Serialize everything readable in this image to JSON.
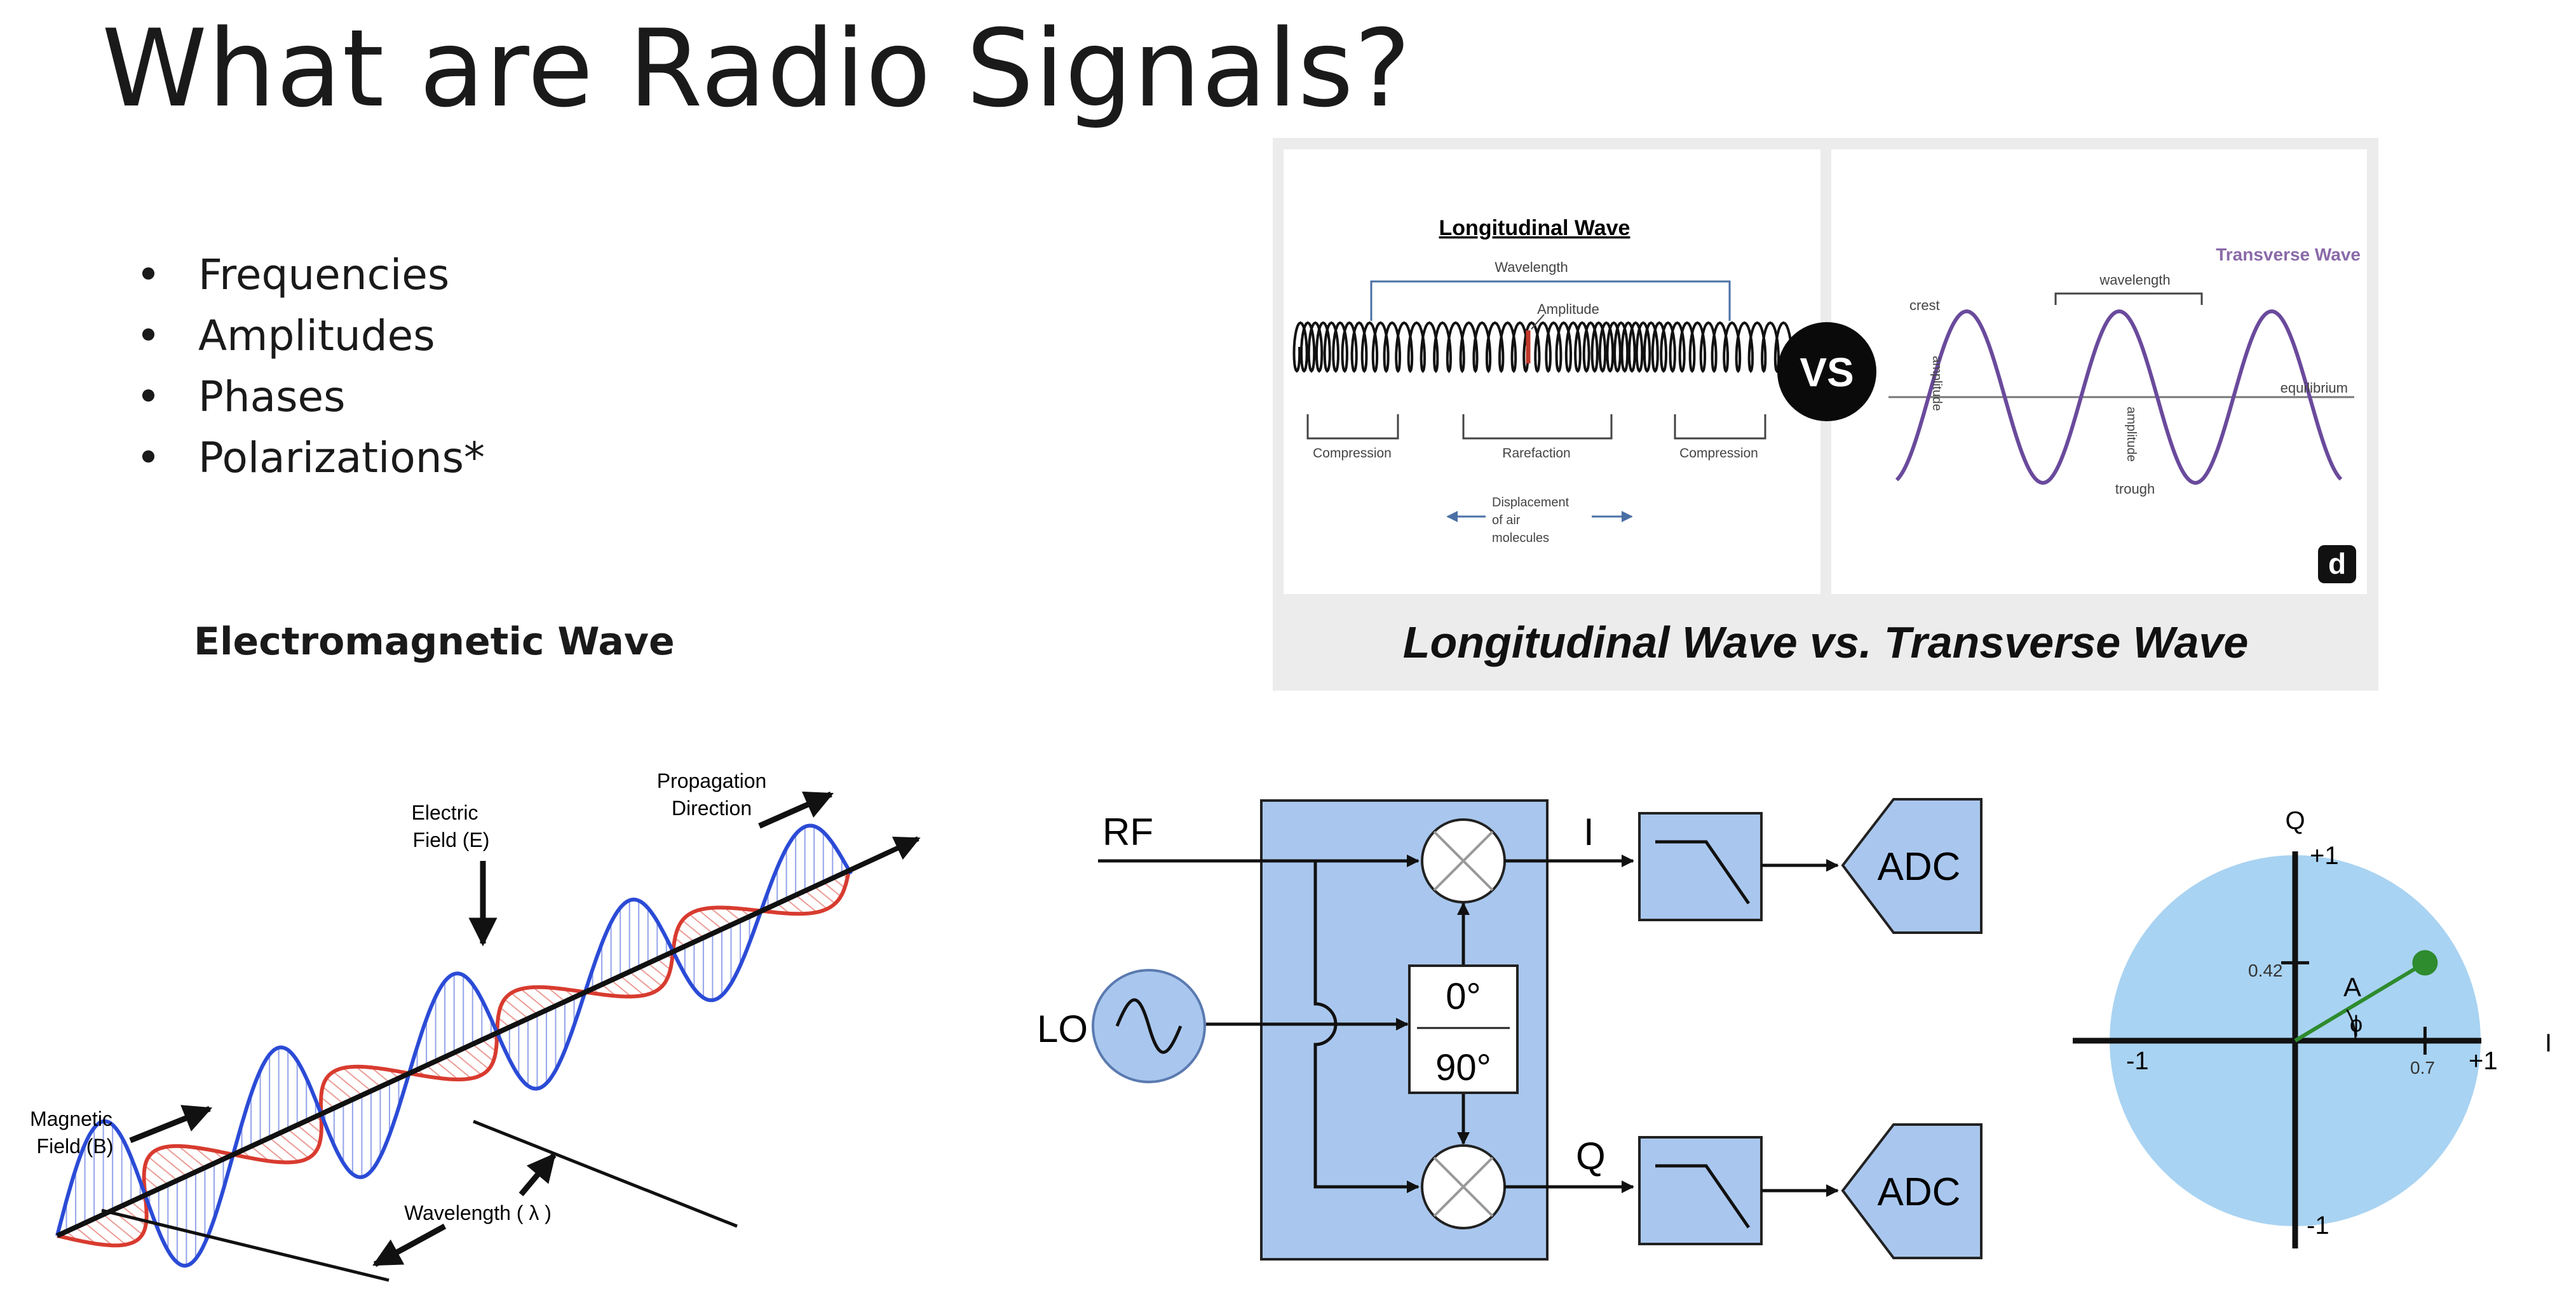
{
  "title": "What are Radio Signals?",
  "bullets": [
    "Frequencies",
    "Amplitudes",
    "Phases",
    "Polarizations*"
  ],
  "em_wave": {
    "caption": "Electromagnetic  Wave",
    "electric_field": [
      "Electric",
      "Field (E)"
    ],
    "propagation": [
      "Propagation",
      "Direction"
    ],
    "magnetic_field": [
      "Magnetic",
      "Field (B)"
    ],
    "wavelength": "Wavelength ( λ )",
    "colors": {
      "electric": "#2b4bd6",
      "magnetic": "#d83b2f"
    }
  },
  "wave_comparison": {
    "longitudinal_title": "Longitudinal Wave",
    "wavelength": "Wavelength",
    "amplitude": "Amplitude",
    "compression": "Compression",
    "rarefaction": "Rarefaction",
    "displacement": [
      "Displacement",
      "of air",
      "molecules"
    ],
    "vs": "VS",
    "transverse_title": "Transverse Wave",
    "crest": "crest",
    "trough": "trough",
    "t_wavelength": "wavelength",
    "t_amplitude": "amplitude",
    "equilibrium": "equilibrium",
    "logo": "d",
    "caption": "Longitudinal Wave vs. Transverse Wave",
    "colors": {
      "transverse": "#6a4a9c",
      "accent": "#c0392b"
    }
  },
  "iq_diagram": {
    "rf": "RF",
    "lo": "LO",
    "i": "I",
    "q": "Q",
    "phase_top": "0°",
    "phase_bottom": "90°",
    "adc_top": "ADC",
    "adc_bottom": "ADC",
    "fill_color": "#a9c7ee"
  },
  "iq_plot": {
    "q_axis": "Q",
    "i_axis": "I",
    "plus_one_q": "+1",
    "minus_one_q": "-1",
    "plus_one_i": "+1",
    "minus_one_i": "-1",
    "q_value": "0.42",
    "i_value": "0.7",
    "amplitude": "A",
    "phase": "ϕ",
    "point": {
      "i": 0.7,
      "q": 0.42
    },
    "colors": {
      "disk": "#a9d3f2",
      "vector": "#2e8b2e"
    }
  }
}
